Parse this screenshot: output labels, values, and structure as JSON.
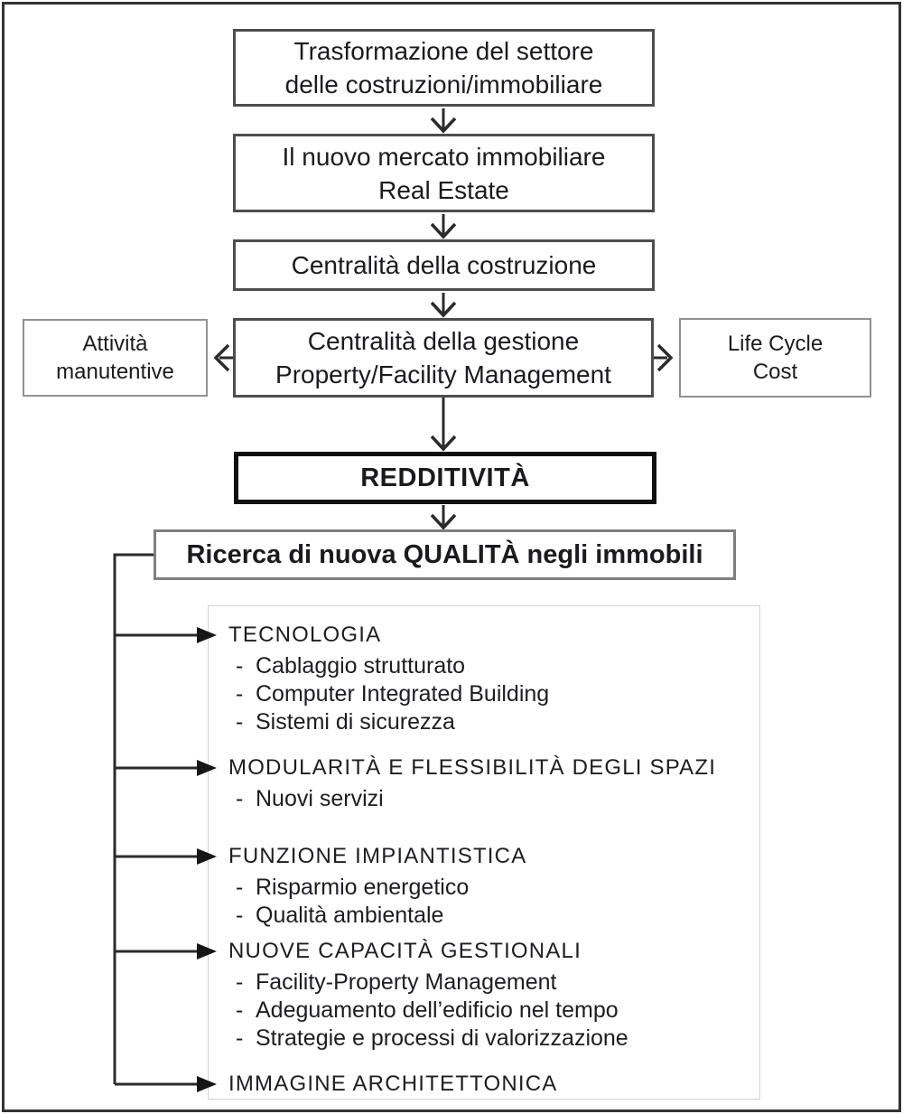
{
  "bullet": "-",
  "flow": {
    "transformation": {
      "line1": "Trasformazione del settore",
      "line2": "delle costruzioni/immobiliare"
    },
    "new_market": {
      "line1": "Il nuovo mercato immobiliare",
      "line2": "Real Estate"
    },
    "construction_centrality": {
      "line1": "Centralità della costruzione"
    },
    "management_centrality": {
      "line1": "Centralità della gestione",
      "line2": "Property/Facility Management"
    },
    "maintenance": {
      "line1": "Attività",
      "line2": "manutentive"
    },
    "life_cycle": {
      "line1": "Life Cycle",
      "line2": "Cost"
    },
    "profitability": {
      "line1": "REDDITIVITÀ"
    },
    "quality_search": {
      "line1": "Ricerca di nuova QUALITÀ negli immobili"
    }
  },
  "quality_list": {
    "sections": [
      {
        "heading": "TECNOLOGIA",
        "items": [
          "Cablaggio strutturato",
          "Computer Integrated Building",
          "Sistemi di sicurezza"
        ]
      },
      {
        "heading": "MODULARITÀ E FLESSIBILITÀ DEGLI SPAZI",
        "items": [
          "Nuovi servizi"
        ]
      },
      {
        "heading": "FUNZIONE IMPIANTISTICA",
        "items": [
          "Risparmio energetico",
          "Qualità ambientale"
        ]
      },
      {
        "heading": "NUOVE CAPACITÀ GESTIONALI",
        "items": [
          "Facility-Property Management",
          "Adeguamento dell’edificio nel tempo",
          "Strategie e processi di valorizzazione"
        ]
      },
      {
        "heading": "IMMAGINE ARCHITETTONICA",
        "items": []
      }
    ]
  },
  "colors": {
    "text": "#1b1b1f",
    "main_box_border": "#4d4d4d",
    "side_box_border": "#919191",
    "emphasis_box_border": "#101010",
    "quality_box_border": "#7f7f7f",
    "panel_border": "#d2d2d2",
    "arrow": "#2b2b2b"
  }
}
